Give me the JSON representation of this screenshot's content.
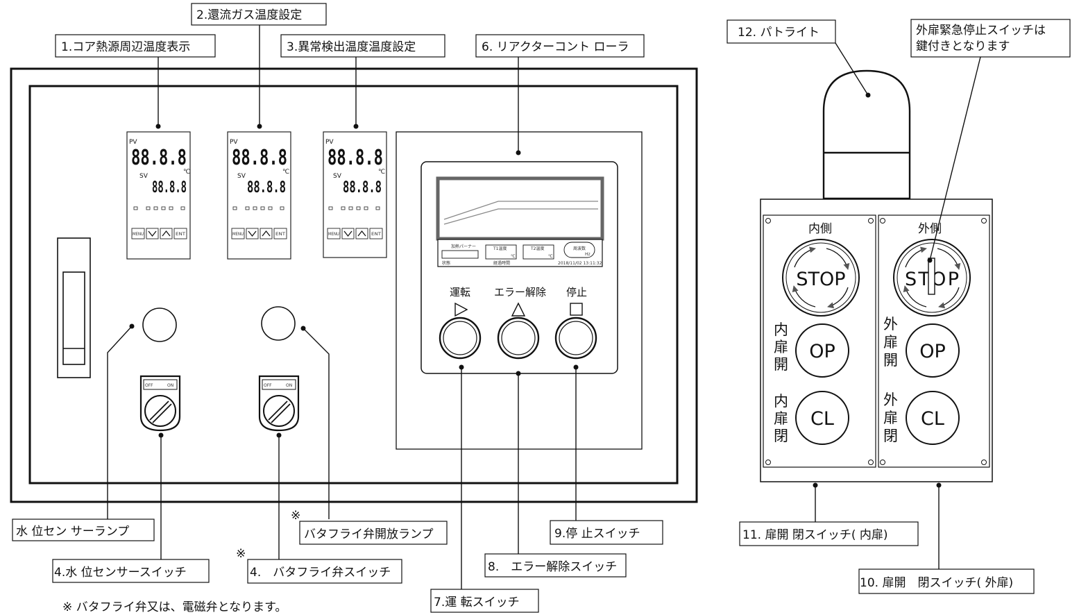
{
  "callouts": {
    "c1": "1.コア熱源周辺温度表示",
    "c2": "2.還流ガス温度設定",
    "c3": "3.異常検出温度温度設定",
    "c6": "6. リアクターコント ローラ",
    "c12": "12. パトライト",
    "outer_note_line1": "外扉緊急停止スイッチは",
    "outer_note_line2": "鍵付きとなります",
    "water_lamp": "水 位セン サーランプ",
    "c4_water": "4.水 位センサースイッチ",
    "butterfly_lamp": "バタフライ弁開放ランプ",
    "c4_butterfly": "4.　バタフライ弁スイッチ",
    "c7": "7.運 転スイッチ",
    "c8": "8.　エラー解除スイッチ",
    "c9": "9.停 止スイッチ",
    "c11": "11. 扉開 閉スイッチ( 内扉)",
    "c10": "10. 扉開　閉スイッチ( 外扉)",
    "mark1": "※",
    "mark2": "※",
    "footnote": "※ バタフライ弁又は、電磁弁となります。"
  },
  "temp_controller": {
    "pv": "PV",
    "sv": "SV",
    "unit": "℃",
    "pv_display": "88.8.8",
    "sv_display": "88.8.8",
    "btn_menu": "MENU",
    "btn_ent": "ENT"
  },
  "switch": {
    "off": "OFF",
    "on": "ON"
  },
  "reactor": {
    "heater_label": "加熱パーナー",
    "t1_label": "T1温度",
    "t2_label": "T2温度",
    "unit": "℃",
    "freq_label": "周波数",
    "freq_unit": "Hz",
    "status_label": "状態",
    "elapsed_label": "経過時間",
    "timestamp": "2018/11/02 13:11:32",
    "run_label": "運転",
    "reset_label": "エラー解除",
    "stop_label": "停止"
  },
  "door_panel": {
    "inner_title": "内側",
    "outer_title": "外側",
    "stop_text": "STOP",
    "op_text": "OP",
    "cl_text": "CL",
    "inner_open": [
      "内",
      "扉",
      "開"
    ],
    "inner_close": [
      "内",
      "扉",
      "閉"
    ],
    "outer_open": [
      "外",
      "扉",
      "開"
    ],
    "outer_close": [
      "外",
      "扉",
      "閉"
    ]
  }
}
